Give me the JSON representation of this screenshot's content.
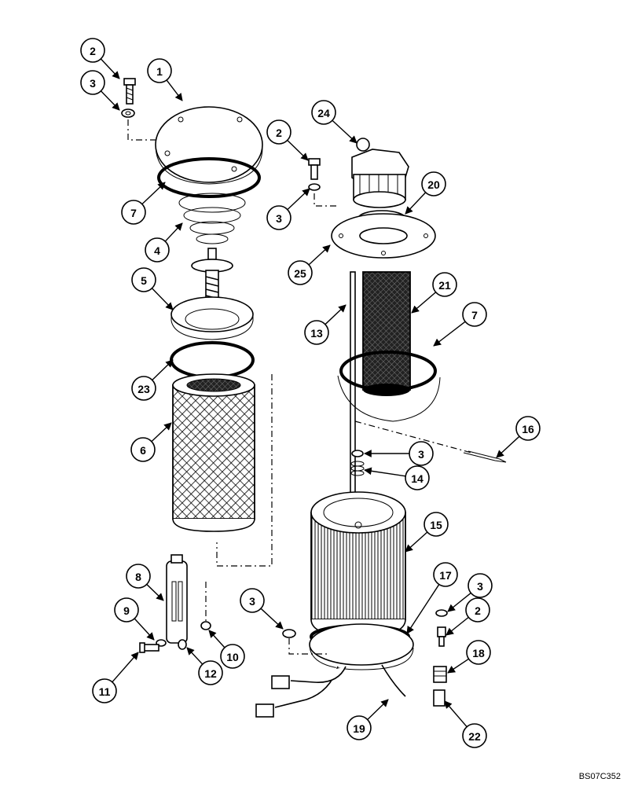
{
  "reference_code": "BS07C352",
  "callouts": [
    {
      "id": "c1",
      "label": "1"
    },
    {
      "id": "c2a",
      "label": "2"
    },
    {
      "id": "c3a",
      "label": "3"
    },
    {
      "id": "c7a",
      "label": "7"
    },
    {
      "id": "c4",
      "label": "4"
    },
    {
      "id": "c5",
      "label": "5"
    },
    {
      "id": "c23",
      "label": "23"
    },
    {
      "id": "c6",
      "label": "6"
    },
    {
      "id": "c8",
      "label": "8"
    },
    {
      "id": "c9",
      "label": "9"
    },
    {
      "id": "c11",
      "label": "11"
    },
    {
      "id": "c12",
      "label": "12"
    },
    {
      "id": "c10",
      "label": "10"
    },
    {
      "id": "c24",
      "label": "24"
    },
    {
      "id": "c2b",
      "label": "2"
    },
    {
      "id": "c3b",
      "label": "3"
    },
    {
      "id": "c20",
      "label": "20"
    },
    {
      "id": "c25",
      "label": "25"
    },
    {
      "id": "c21",
      "label": "21"
    },
    {
      "id": "c13",
      "label": "13"
    },
    {
      "id": "c7b",
      "label": "7"
    },
    {
      "id": "c16",
      "label": "16"
    },
    {
      "id": "c3c",
      "label": "3"
    },
    {
      "id": "c14",
      "label": "14"
    },
    {
      "id": "c15",
      "label": "15"
    },
    {
      "id": "c3d",
      "label": "3"
    },
    {
      "id": "c17",
      "label": "17"
    },
    {
      "id": "c3e",
      "label": "3"
    },
    {
      "id": "c2c",
      "label": "2"
    },
    {
      "id": "c18",
      "label": "18"
    },
    {
      "id": "c19",
      "label": "19"
    },
    {
      "id": "c22",
      "label": "22"
    }
  ]
}
